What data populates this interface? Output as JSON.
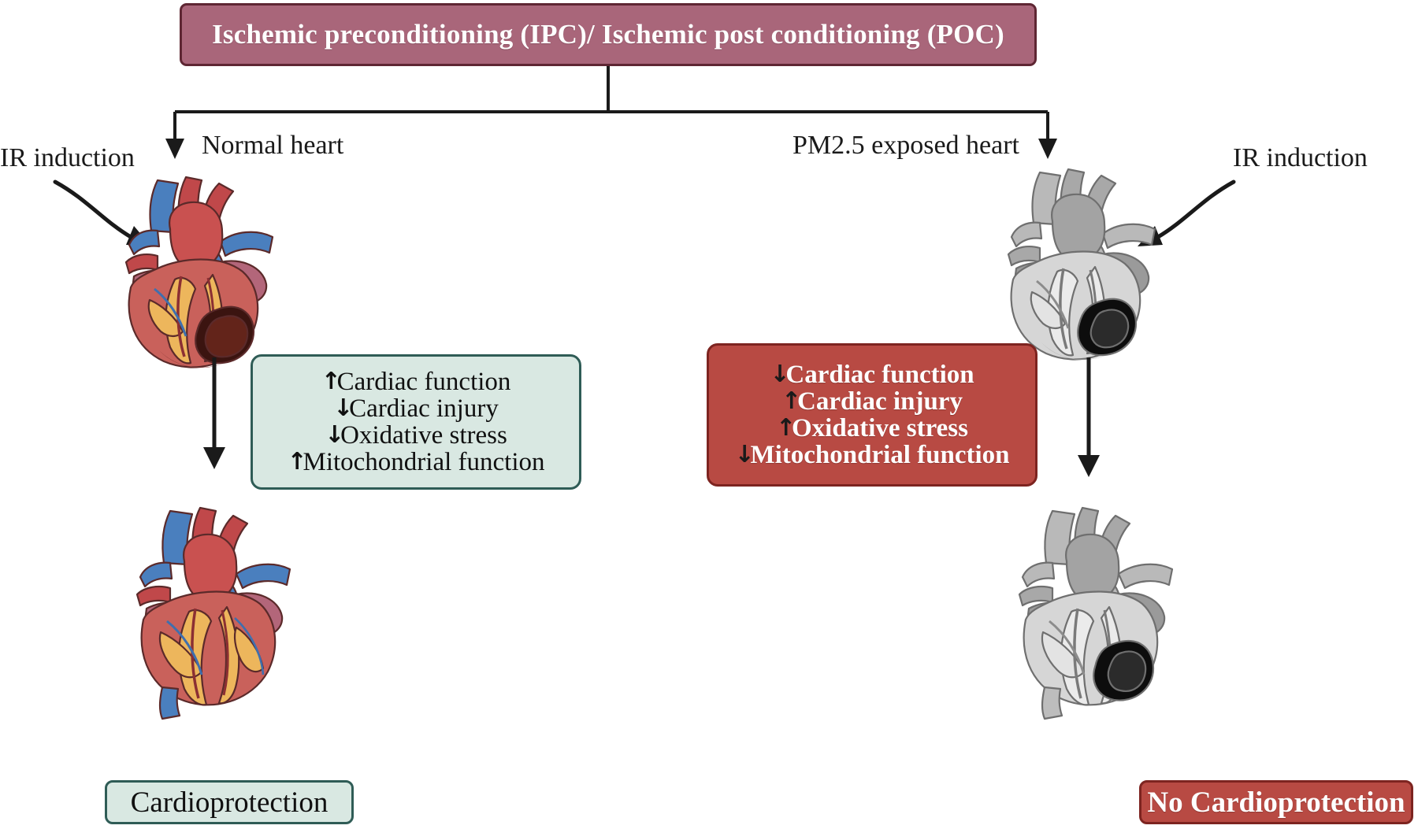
{
  "title": {
    "text": "Ischemic preconditioning (IPC)/ Ischemic post conditioning (POC)"
  },
  "colors": {
    "title_fill": "#a9667a",
    "title_border": "#5e2633",
    "teal_fill": "#d9e8e2",
    "teal_border": "#2f5c56",
    "red_fill": "#b84a43",
    "red_border": "#7d2420",
    "connector": "#1a1a1a",
    "text_dark": "#101010",
    "text_light": "#ffffff"
  },
  "branches": {
    "left": {
      "heading": "Normal heart",
      "induction_label": "IR induction",
      "outcome": "Cardioprotection",
      "heart_state": "healthy-colored",
      "effects": [
        {
          "arrow": "up",
          "glyph": "↑",
          "label": "Cardiac function"
        },
        {
          "arrow": "down",
          "glyph": "↓",
          "label": "Cardiac injury"
        },
        {
          "arrow": "down",
          "glyph": "↓",
          "label": "Oxidative stress"
        },
        {
          "arrow": "up",
          "glyph": "↑",
          "label": "Mitochondrial function"
        }
      ]
    },
    "right": {
      "heading": "PM2.5 exposed heart",
      "induction_label": "IR induction",
      "outcome": "No Cardioprotection",
      "heart_state": "greyscale",
      "effects": [
        {
          "arrow": "down",
          "glyph": "↓",
          "label": "Cardiac function"
        },
        {
          "arrow": "up",
          "glyph": "↑",
          "label": "Cardiac injury"
        },
        {
          "arrow": "up",
          "glyph": "↑",
          "label": "Oxidative stress"
        },
        {
          "arrow": "down",
          "glyph": "↓",
          "label": "Mitochondrial function"
        }
      ]
    }
  }
}
